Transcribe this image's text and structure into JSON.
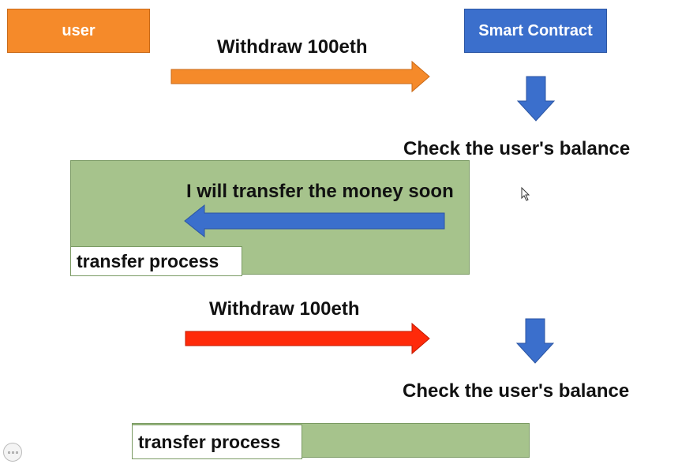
{
  "user_box": {
    "label": "user"
  },
  "contract_box": {
    "label": "Smart Contract"
  },
  "step1": {
    "withdraw_label": "Withdraw 100eth",
    "check_label": "Check the user's balance",
    "transfer_label": "I will transfer the money soon",
    "process_label": "transfer process"
  },
  "step2": {
    "withdraw_label": "Withdraw 100eth",
    "check_label": "Check the user's balance",
    "process_label": "transfer process"
  },
  "colors": {
    "user": "#f58a2a",
    "contract": "#3b6fcc",
    "process": "#a6c38c",
    "attack_arrow": "#ff2a0a"
  },
  "icons": {
    "loader": "loading-indicator-icon",
    "cursor": "mouse-pointer-icon"
  }
}
